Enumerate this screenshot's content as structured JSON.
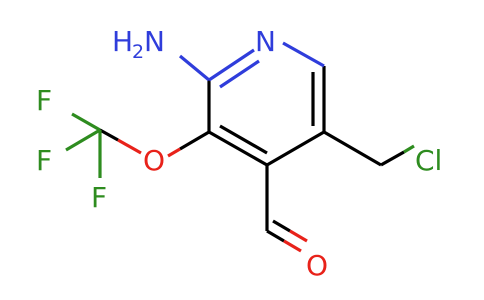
{
  "molecule": {
    "atoms": {
      "ring_n": "N",
      "amino_h": "H",
      "amino_h_count": "2",
      "amino_n": "N",
      "ether_o": "O",
      "f_top": "F",
      "f_mid": "F",
      "f_bottom": "F",
      "chlorine": "Cl",
      "aldehyde_o": "O"
    },
    "colors": {
      "nitrogen": "#2f3ddb",
      "oxygen": "#e8221a",
      "halogen": "#2e8c1f",
      "carbon": "#000000"
    }
  }
}
